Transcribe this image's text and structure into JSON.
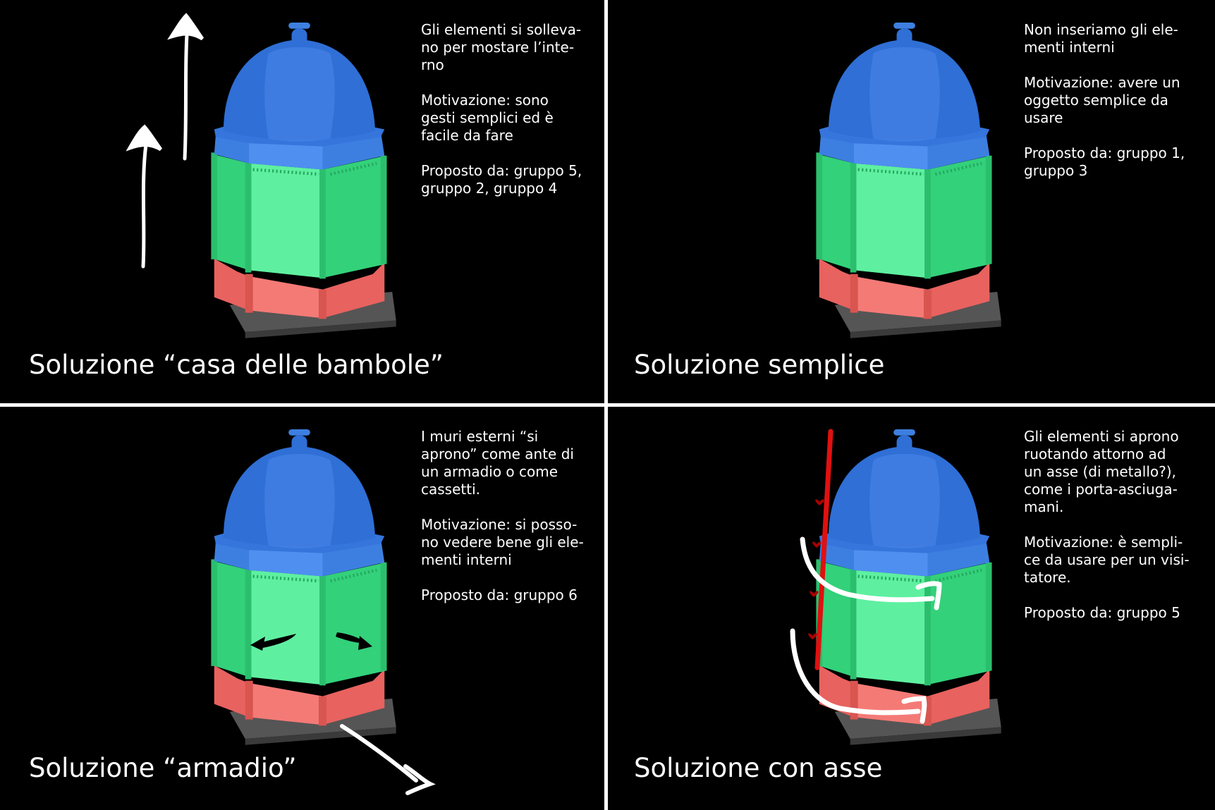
{
  "panels": [
    {
      "title": "Soluzione “casa delle bambole”",
      "paragraphs": [
        "Gli elementi si solleva-\nno per mostare l’inte-\nrno",
        "Motivazione: sono\ngesti semplici ed è\nfacile da fare",
        "Proposto da: gruppo 5,\ngruppo 2, gruppo 4"
      ]
    },
    {
      "title": "Soluzione semplice",
      "paragraphs": [
        "Non inseriamo gli ele-\nmenti interni",
        "Motivazione: avere un\noggetto semplice da\nusare",
        "Proposto da: gruppo 1,\ngruppo 3"
      ]
    },
    {
      "title": "Soluzione “armadio”",
      "paragraphs": [
        "I muri esterni “si\naprono” come ante di\nun armadio  o come\ncassetti.",
        "Motivazione: si posso-\nno vedere bene gli ele-\nmenti interni",
        "Proposto da: gruppo 6"
      ]
    },
    {
      "title": "Soluzione con asse",
      "paragraphs": [
        "Gli elementi si aprono\nruotando attorno ad\nun asse (di metallo?),\ncome i porta-asciuga-\nmani.",
        "Motivazione: è sempli-\nce da usare per un visi-\ntatore.",
        "Proposto da: gruppo 5"
      ]
    }
  ],
  "colors": {
    "background": "#000000",
    "dome": "#2f6fd6",
    "dome_base": "#3d7fe0",
    "walls": "#33d17a",
    "walls_light": "#5ef0a0",
    "base": "#e8625f",
    "base_light": "#f47a76",
    "plinth": "#5a5a5a",
    "arrow_white": "#ffffff",
    "arrow_black": "#000000",
    "axis_red": "#e01010"
  },
  "icons": [
    "up-arrow-icon",
    "door-open-arrow-icon",
    "drawer-arrow-icon",
    "rotation-axis-icon",
    "rotation-arrow-icon"
  ]
}
